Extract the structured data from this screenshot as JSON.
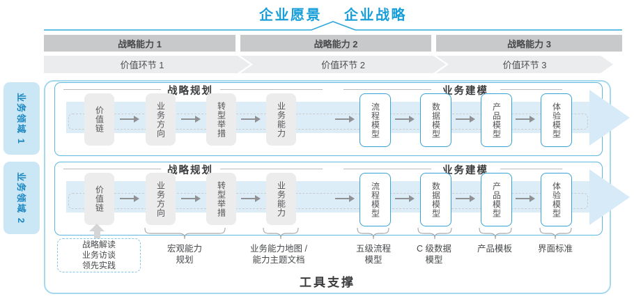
{
  "header": {
    "vision": "企业愿景",
    "strategy": "企业战略"
  },
  "capability_bar": {
    "items": [
      "战略能力 1",
      "战略能力 2",
      "战略能力 3"
    ]
  },
  "value_bar": {
    "items": [
      "价值环节 1",
      "价值环节 2",
      "价值环节 3"
    ]
  },
  "sidebar": {
    "domains": [
      "业务领域 1",
      "业务领域 2"
    ]
  },
  "row": {
    "planning_header": "战略规划",
    "modeling_header": "业务建模",
    "planning_boxes": [
      "价值链",
      "业务方向",
      "转型举措",
      "业务能力"
    ],
    "modeling_boxes": [
      "流程模型",
      "数据模型",
      "产品模型",
      "体验模型"
    ]
  },
  "annotations": {
    "practice_box": {
      "lines": [
        "战略解读",
        "业务访谈",
        "领先实践"
      ]
    },
    "macro_capability": {
      "lines": [
        "宏观能力",
        "规划"
      ]
    },
    "capability_map": {
      "lines": [
        "业务能力地图 /",
        "能力主题文档"
      ]
    },
    "process_model": {
      "lines": [
        "五级流程",
        "模型"
      ]
    },
    "data_model": {
      "lines": [
        "C 级数据",
        "模型"
      ]
    },
    "product_template": {
      "lines": [
        "产品模板"
      ]
    },
    "ui_standard": {
      "lines": [
        "界面标准"
      ]
    }
  },
  "footer": {
    "tool_support": "工具支撑"
  },
  "colors": {
    "accent_blue": "#189ed9",
    "container_border": "#a3d8ef",
    "row_border": "#5eb7e0",
    "arrow_band": "#dcedf8",
    "domain_fill": "#cbe7f5",
    "bar_dark": "#c8c9cb",
    "bar_light": "#ebecee"
  }
}
